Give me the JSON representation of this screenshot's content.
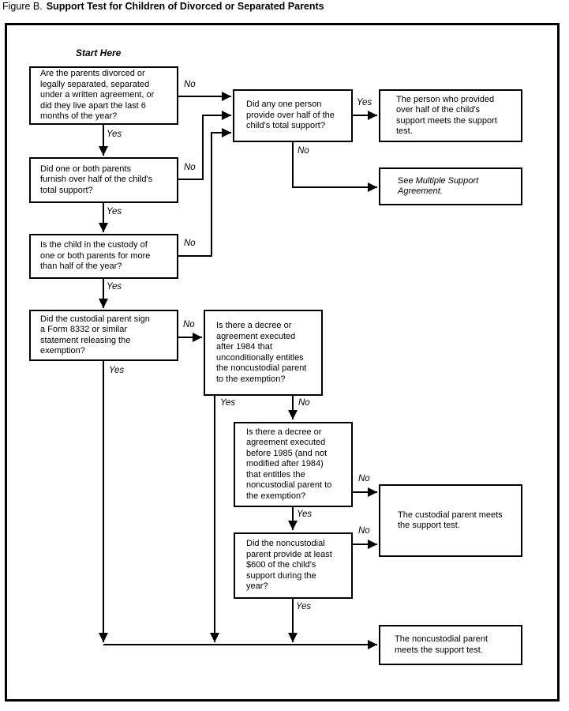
{
  "title": {
    "prefix": "Figure B.",
    "main": "Support Test for Children of Divorced or Separated Parents"
  },
  "start_here": "Start Here",
  "edge_labels": {
    "yes": "Yes",
    "no": "No"
  },
  "boxes": {
    "q_divorced": "Are the parents divorced or\nlegally separated, separated\nunder a written agreement, or\ndid they live apart the last 6\nmonths of the year?",
    "q_parents_support": "Did one or both parents\nfurnish over half of the child's\ntotal support?",
    "q_custody": "Is the child in the custody of\none or both parents for more\nthan half of the year?",
    "q_form_8332": "Did the custodial parent sign\na Form 8332 or similar\nstatement releasing the\nexemption?",
    "q_one_person": "Did any one person\nprovide over half of the\nchild's total support?",
    "q_decree_after_1984": "Is there a decree or\nagreement executed\nafter 1984 that\nunconditionally entitles\nthe noncustodial parent\nto the exemption?",
    "q_decree_before_1985": "Is there a decree or\nagreement executed\nbefore 1985 (and not\nmodified after 1984)\nthat entitles the\nnoncustodial parent to\nthe exemption?",
    "q_600_support": "Did the noncustodial\nparent provide at least\n$600 of the child's\nsupport during the\nyear?",
    "r_person_provided": "The person who provided\nover half of the child's\nsupport meets the support\ntest.",
    "r_see_prefix": "See ",
    "r_see_italic": "Multiple Support\nAgreement.",
    "r_custodial": "The custodial parent meets\nthe support test.",
    "r_noncustodial": "The noncustodial parent\nmeets the support test."
  },
  "colors": {
    "line": "#000000",
    "background": "#ffffff"
  }
}
